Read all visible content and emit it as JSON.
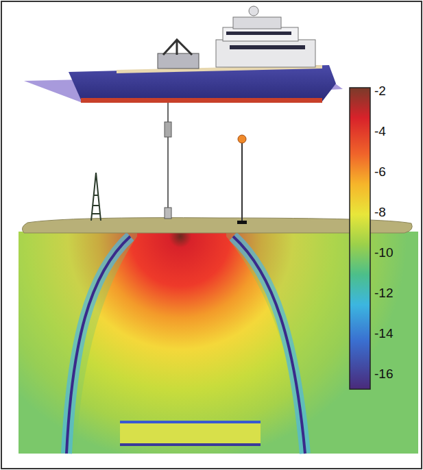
{
  "diagram": {
    "labels": [
      "-2",
      "-4",
      "-6",
      "-8",
      "-10",
      "-12",
      "-14",
      "-16"
    ]
  }
}
